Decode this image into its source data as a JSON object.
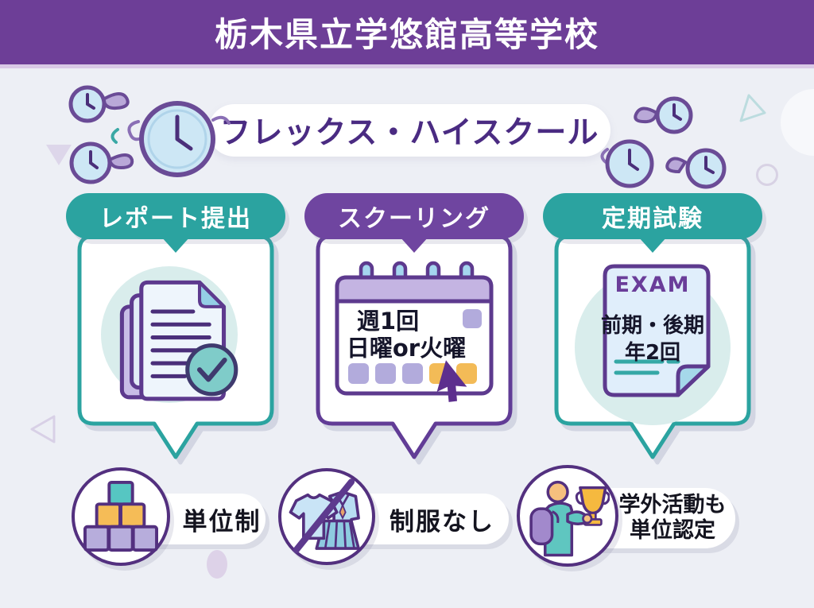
{
  "header": {
    "title": "栃木県立学悠館高等学校",
    "bg_color": "#6d3e97",
    "text_color": "#ffffff"
  },
  "hero": {
    "title": "フレックス・ハイスクール",
    "text_color": "#4a2b82",
    "icon": "melting-clocks-icon"
  },
  "cards": [
    {
      "label": "レポート提出",
      "accent": "#2ba3a0",
      "icon": "documents-check-icon"
    },
    {
      "label": "スクーリング",
      "accent": "#6f45a0",
      "icon": "calendar-cursor-icon",
      "calendar": {
        "frequency": "週1回",
        "days": "日曜or火曜"
      }
    },
    {
      "label": "定期試験",
      "accent": "#2ba3a0",
      "icon": "exam-paper-icon",
      "paper": {
        "heading": "EXAM",
        "terms": "前期・後期",
        "count": "年2回"
      }
    }
  ],
  "features": [
    {
      "icon": "credit-blocks-icon",
      "label": "単位制"
    },
    {
      "icon": "no-uniform-icon",
      "label": "制服なし"
    },
    {
      "icon": "activity-trophy-icon",
      "label_line1": "学外活動も",
      "label_line2": "単位認定"
    }
  ],
  "colors": {
    "teal": "#2ba3a0",
    "purple": "#6d3e97",
    "deep_purple": "#53307f",
    "lavender_square": "#b2abdc",
    "orange_square": "#f3bb57",
    "light_teal_circle": "#d9edec",
    "clock_face_blue": "#cde7f5",
    "background": "#edeff5"
  }
}
